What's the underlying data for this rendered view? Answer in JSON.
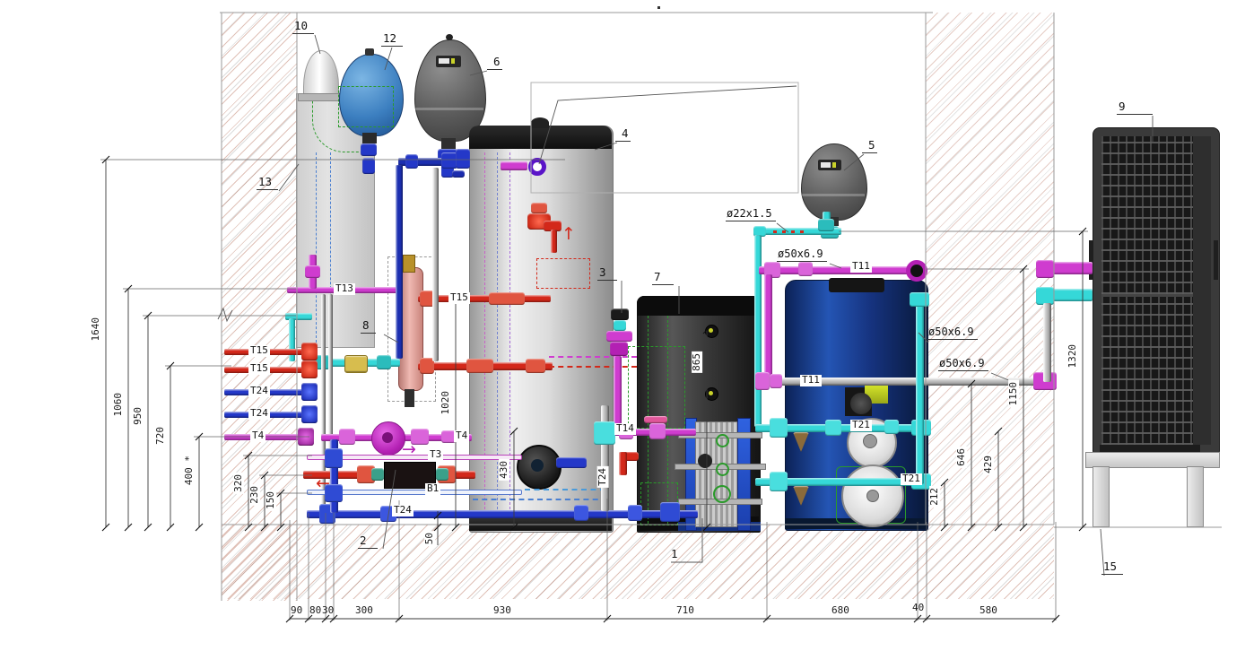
{
  "drawing": {
    "callouts": {
      "c1": "1",
      "c2": "2",
      "c3": "3",
      "c4": "4",
      "c5": "5",
      "c6": "6",
      "c7": "7",
      "c8": "8",
      "c9": "9",
      "c10": "10",
      "c12": "12",
      "c13": "13",
      "c15": "15"
    },
    "tags": {
      "t13": "T13",
      "t15_sep": "T15",
      "t15_a": "T15",
      "t15_b": "T15",
      "t24_a": "T24",
      "t24_b": "T24",
      "t24_c": "T24",
      "t24_vert": "T24",
      "t4_a": "T4",
      "t4_b": "T4",
      "t3": "T3",
      "b1": "B1",
      "t14": "T14",
      "t11_a": "T11",
      "t11_b": "T11",
      "t21_a": "T21",
      "t21_b": "T21"
    },
    "diameters": {
      "d22": "ø22x1.5",
      "d50_a": "ø50x6.9",
      "d50_b": "ø50x6.9",
      "d50_c": "ø50x6.9"
    },
    "dims": {
      "v1640": "1640",
      "v1060": "1060",
      "v950": "950",
      "v720": "720",
      "v400": "400 *",
      "v320": "320",
      "v230": "230",
      "v150": "150",
      "h90": "90",
      "h80": "80",
      "h30": "30",
      "h300": "300",
      "h930": "930",
      "h710": "710",
      "h680": "680",
      "h40": "40",
      "h580": "580",
      "r1320": "1320",
      "r1150": "1150",
      "r646": "646",
      "r429": "429",
      "r212": "212",
      "i1020": "1020",
      "i430": "430",
      "i865": "865",
      "i50": "50"
    },
    "colors": {
      "pipe_magenta": "#cf3ccf",
      "pipe_cyan": "#35d8d8",
      "pipe_red": "#d3281a",
      "pipe_blue": "#2438c8",
      "pipe_darkblue": "#1c2fb0",
      "separator_pink": "#e0978f",
      "vessel_blue": "#3c7fc0",
      "tank_silver": "#d9d9d9",
      "tank_dark": "#3c3c3c",
      "buffer_navy": "#16337f",
      "unit_black": "#262626",
      "hatch_red": "#ba7662",
      "dim_line": "#333333"
    }
  }
}
